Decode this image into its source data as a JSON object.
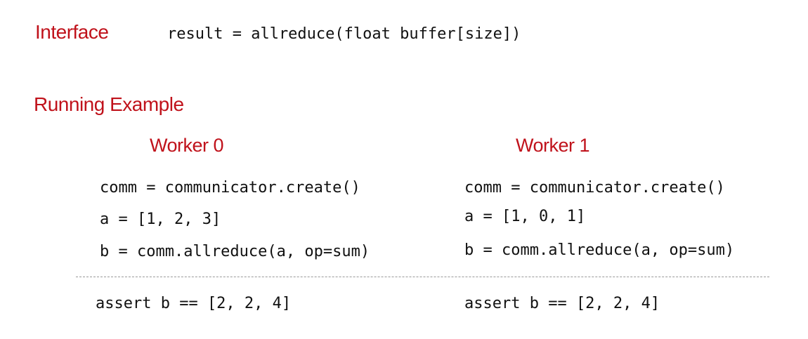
{
  "interface": {
    "label": "Interface",
    "signature": "result = allreduce(float buffer[size])"
  },
  "running_example": {
    "title": "Running Example"
  },
  "workers": [
    {
      "title": "Worker 0",
      "lines": [
        "comm = communicator.create()",
        "a = [1, 2, 3]",
        "b = comm.allreduce(a, op=sum)"
      ],
      "assert": "assert b == [2, 2, 4]"
    },
    {
      "title": "Worker 1",
      "lines": [
        "comm = communicator.create()",
        "a = [1, 0, 1]",
        "b = comm.allreduce(a, op=sum)"
      ],
      "assert": "assert b == [2, 2, 4]"
    }
  ],
  "colors": {
    "heading": "#c0121b",
    "code": "#111111",
    "divider": "#9a9a9a"
  }
}
